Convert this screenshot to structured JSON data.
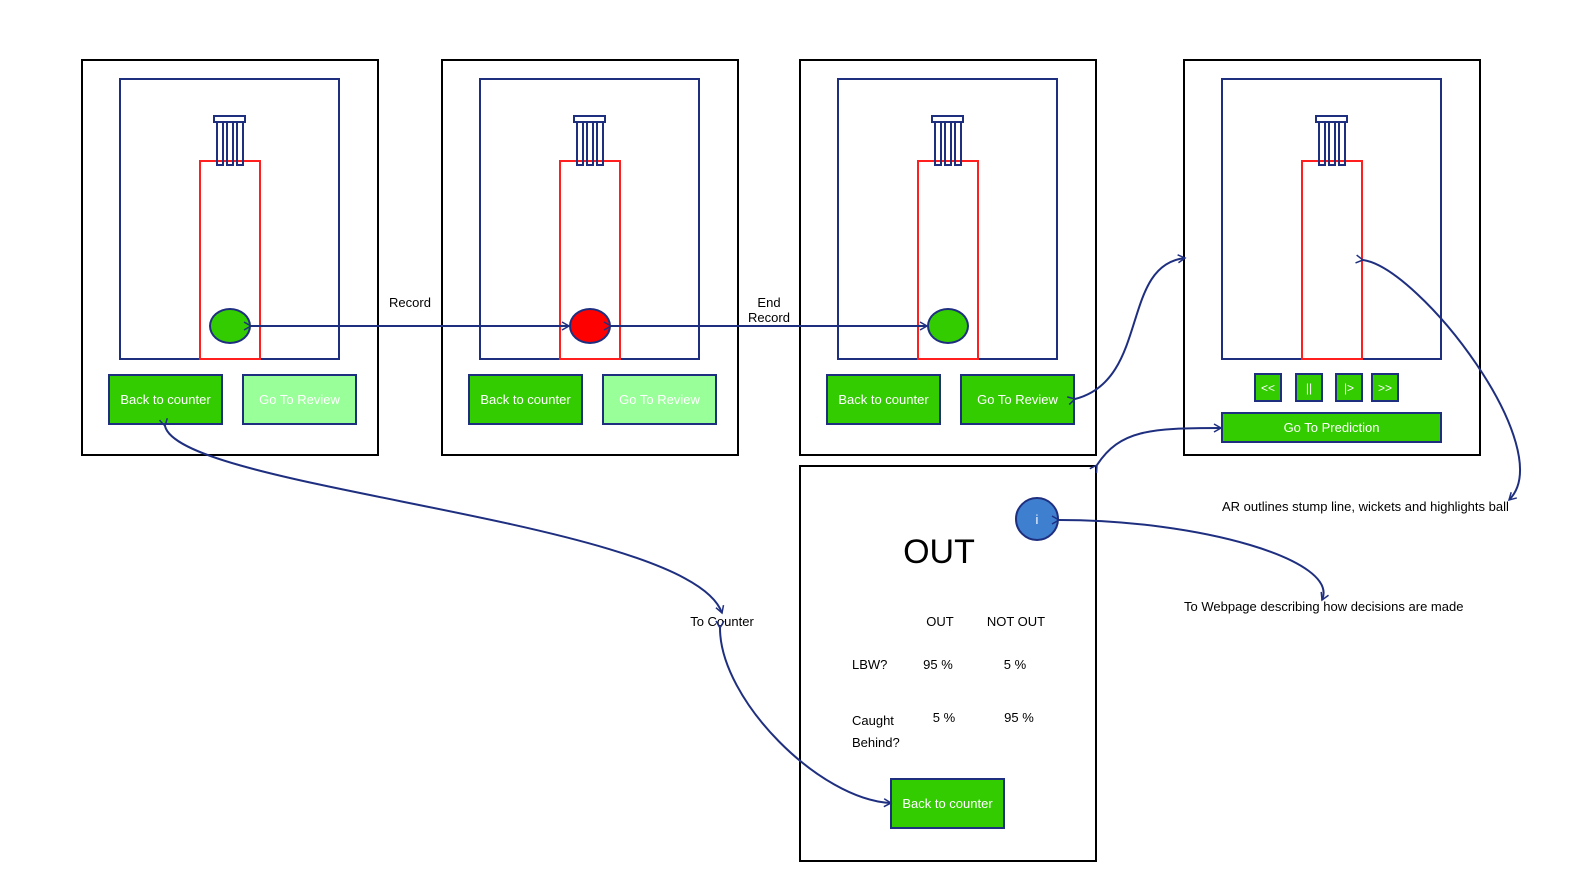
{
  "flows": {
    "record": "Record",
    "end_record": "End Record",
    "to_counter": "To Counter",
    "ar_note": "AR outlines stump line, wickets and highlights ball",
    "webpage_note": "To Webpage describing how decisions are made"
  },
  "screens": [
    {
      "back_label": "Back to counter",
      "review_label": "Go To Review",
      "ball_color": "#33cc00"
    },
    {
      "back_label": "Back to counter",
      "review_label": "Go To Review",
      "ball_color": "#ff0000"
    },
    {
      "back_label": "Back to counter",
      "review_label": "Go To Review",
      "ball_color": "#33cc00"
    }
  ],
  "review": {
    "controls": [
      "<<",
      "||",
      "|>",
      ">>"
    ],
    "prediction_label": "Go To Prediction"
  },
  "result": {
    "verdict": "OUT",
    "info_label": "i",
    "col_out": "OUT",
    "col_not_out": "NOT OUT",
    "rows": [
      {
        "label": "LBW?",
        "out": "95 %",
        "not_out": "5 %"
      },
      {
        "label": "Caught Behind?",
        "out": "5 %",
        "not_out": "95 %"
      }
    ],
    "back_label": "Back to counter"
  },
  "colors": {
    "accent": "#33cc00",
    "accent_disabled": "#99ff99",
    "outline": "#1f2f80",
    "pitch": "#ff1f1f",
    "info": "#3f7fcf"
  }
}
